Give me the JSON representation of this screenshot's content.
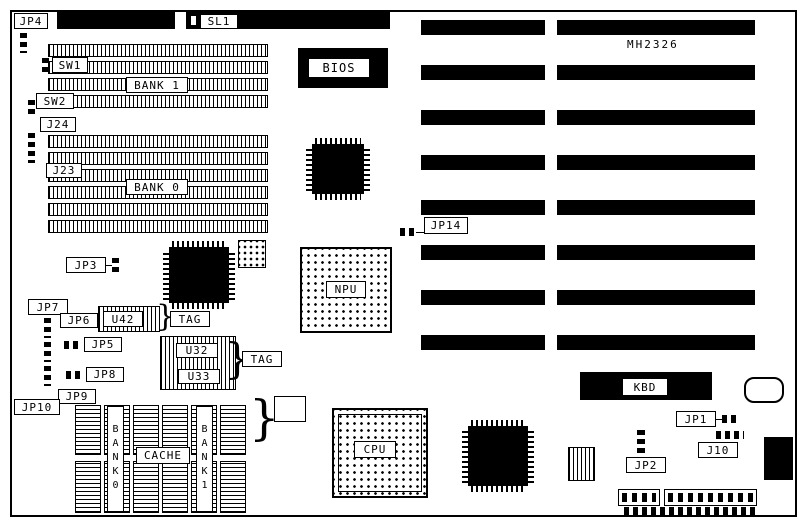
{
  "colors": {
    "ink": "#000000",
    "paper": "#ffffff"
  },
  "diagram": {
    "part_number": "MH2326",
    "labels": {
      "jp4": "JP4",
      "sl1": "SL1",
      "sw1": "SW1",
      "sw2": "SW2",
      "j24": "J24",
      "j23": "J23",
      "bank1": "BANK 1",
      "bank0": "BANK 0",
      "bios": "BIOS",
      "jp3": "JP3",
      "jp7": "JP7",
      "jp6": "JP6",
      "u42": "U42",
      "tag_sram": "TAG",
      "jp5": "JP5",
      "jp8": "JP8",
      "jp9": "JP9",
      "jp10": "JP10",
      "u32": "U32",
      "u33": "U33",
      "tag_sram2": "TAG",
      "npu": "NPU",
      "jp14": "JP14",
      "kbd": "KBD",
      "jp1": "JP1",
      "j10": "J10",
      "jp2": "JP2",
      "cpu": "CPU",
      "cache": "CACHE",
      "cache_bank0": "BANK0",
      "cache_bank1": "BANK1",
      "brace": "}"
    }
  }
}
